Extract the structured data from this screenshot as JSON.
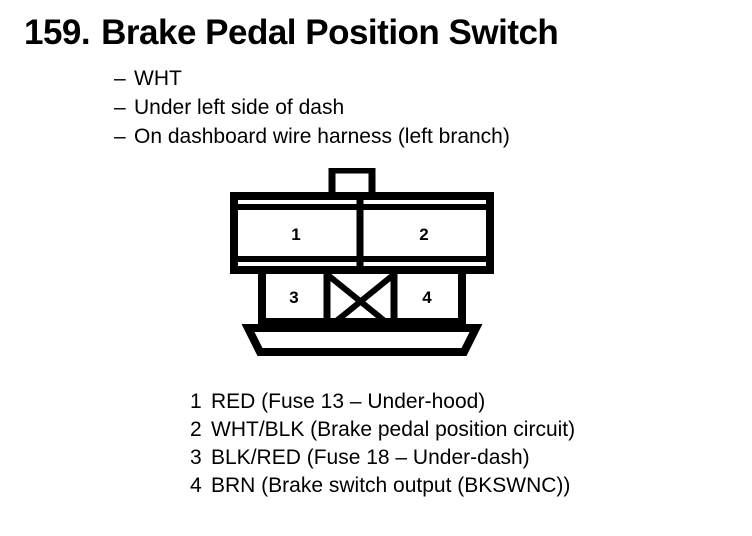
{
  "title": {
    "number": "159.",
    "text": "Brake Pedal Position Switch"
  },
  "description": {
    "dash": "–",
    "items": [
      "WHT",
      "Under left side of dash",
      "On dashboard wire harness (left branch)"
    ]
  },
  "connector": {
    "cavities": [
      {
        "label": "1"
      },
      {
        "label": "2"
      },
      {
        "label": "3"
      },
      {
        "label": "4"
      }
    ],
    "blank_cavity": "X",
    "line_color": "#000000",
    "fill_color": "#ffffff"
  },
  "pin_legend": [
    {
      "num": "1",
      "text": "RED (Fuse 13 – Under-hood)"
    },
    {
      "num": "2",
      "text": "WHT/BLK (Brake pedal position circuit)"
    },
    {
      "num": "3",
      "text": "BLK/RED (Fuse 18 – Under-dash)"
    },
    {
      "num": "4",
      "text": "BRN (Brake switch output (BKSWNC))"
    }
  ]
}
